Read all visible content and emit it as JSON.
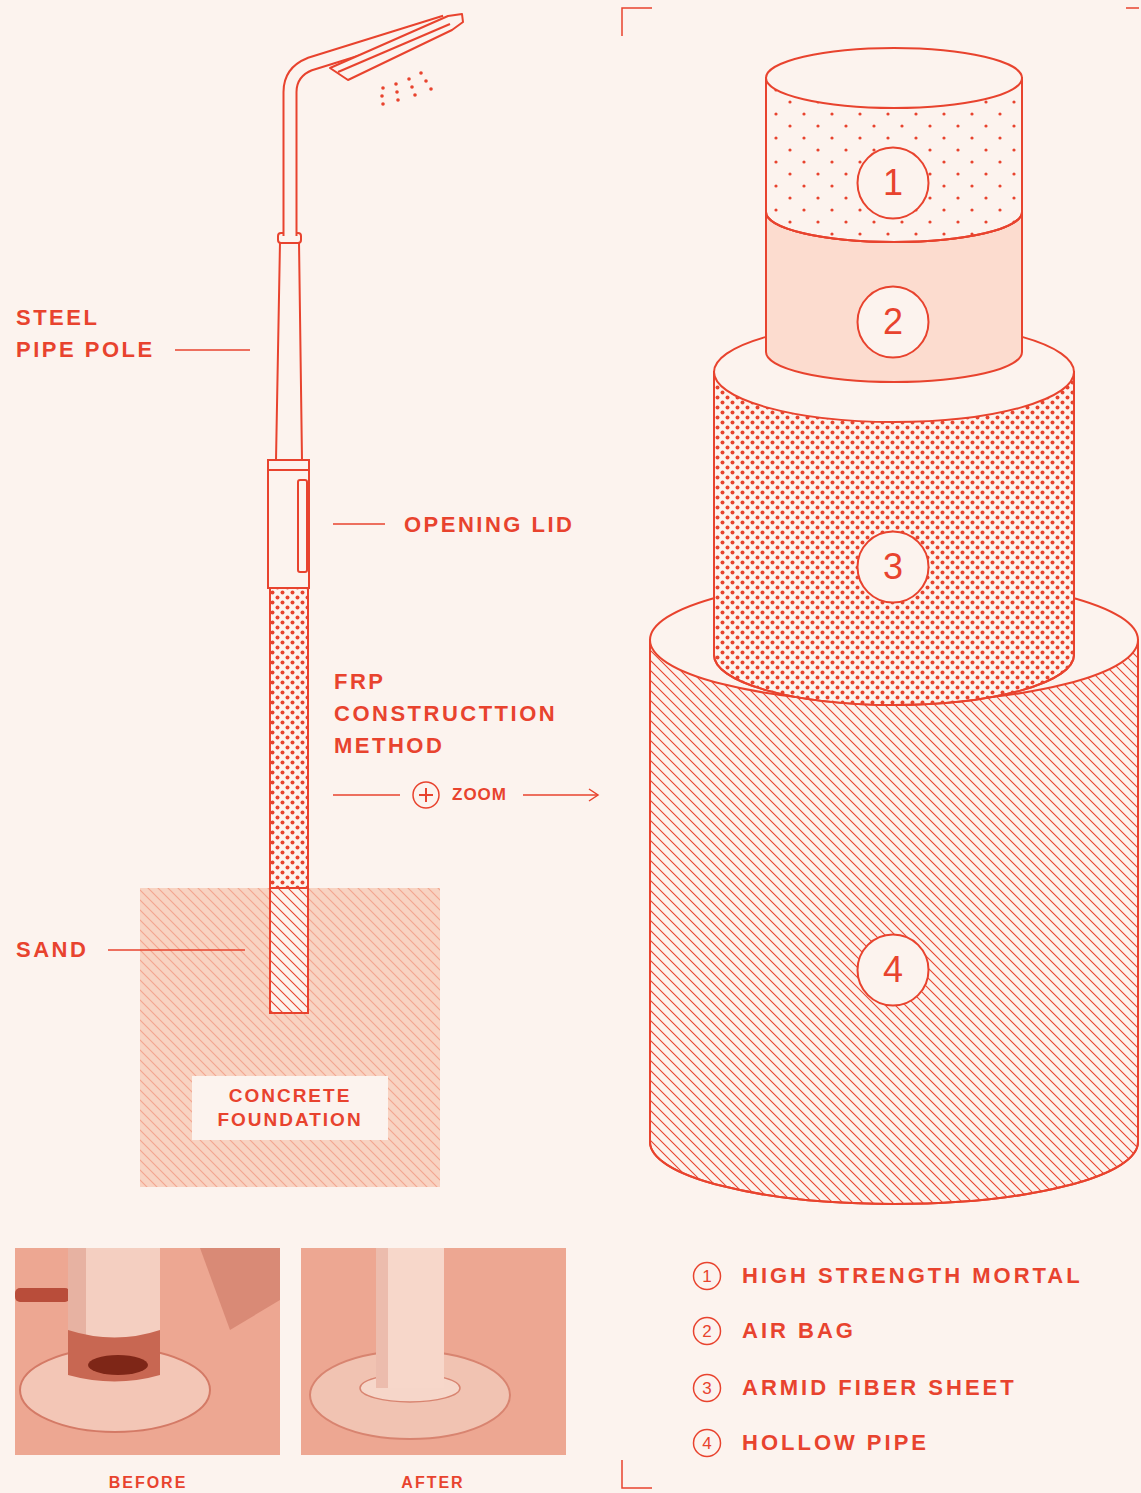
{
  "diagram": {
    "nodes": [
      {
        "text": [
          "CONCRETE FOUNDATION"
        ]
      },
      {
        "text": [
          "1"
        ]
      },
      {
        "text": [
          "2"
        ]
      },
      {
        "text": [
          "3"
        ]
      },
      {
        "text": [
          "4"
        ]
      },
      {
        "text": [
          "1"
        ]
      },
      {
        "text": [
          "2"
        ]
      },
      {
        "text": [
          "3"
        ]
      },
      {
        "text": [
          "4"
        ]
      }
    ],
    "labels": [
      "STEEL PIPE POLE",
      "OPENING LID",
      "FRP CONSTRUCTTION METHOD",
      "ZOOM",
      "SAND",
      "HIGH STRENGTH MORTAL",
      "AIR BAG",
      "ARMID FIBER SHEET",
      "HOLLOW PIPE",
      "BEFORE",
      "AFTER"
    ]
  }
}
